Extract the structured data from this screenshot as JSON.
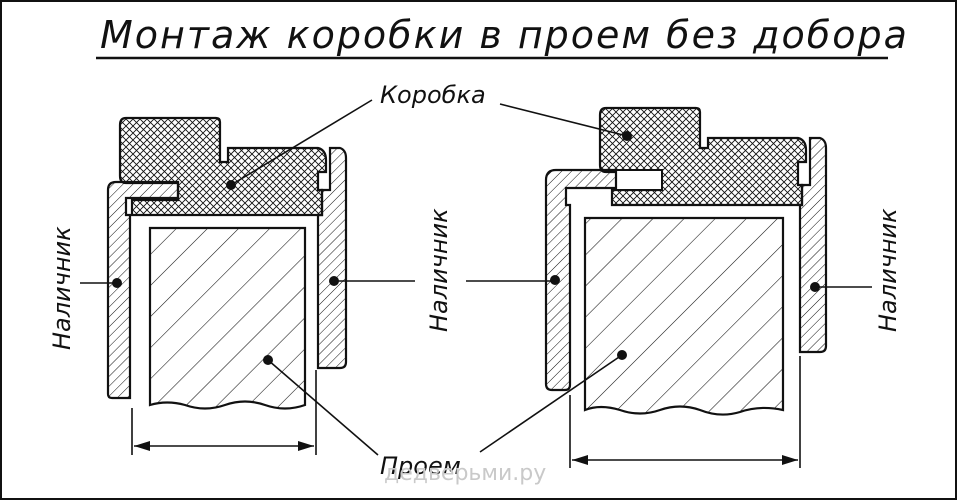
{
  "title": "Монтаж коробки в проем без добора",
  "labels": {
    "box": "Коробка",
    "trim_left": "Наличник",
    "trim_mid": "Наличник",
    "trim_right": "Наличник",
    "opening": "Проем"
  },
  "watermark": "дедверьми.ру",
  "colors": {
    "line": "#111111",
    "background": "#ffffff",
    "watermark": "#c9c9c9"
  }
}
